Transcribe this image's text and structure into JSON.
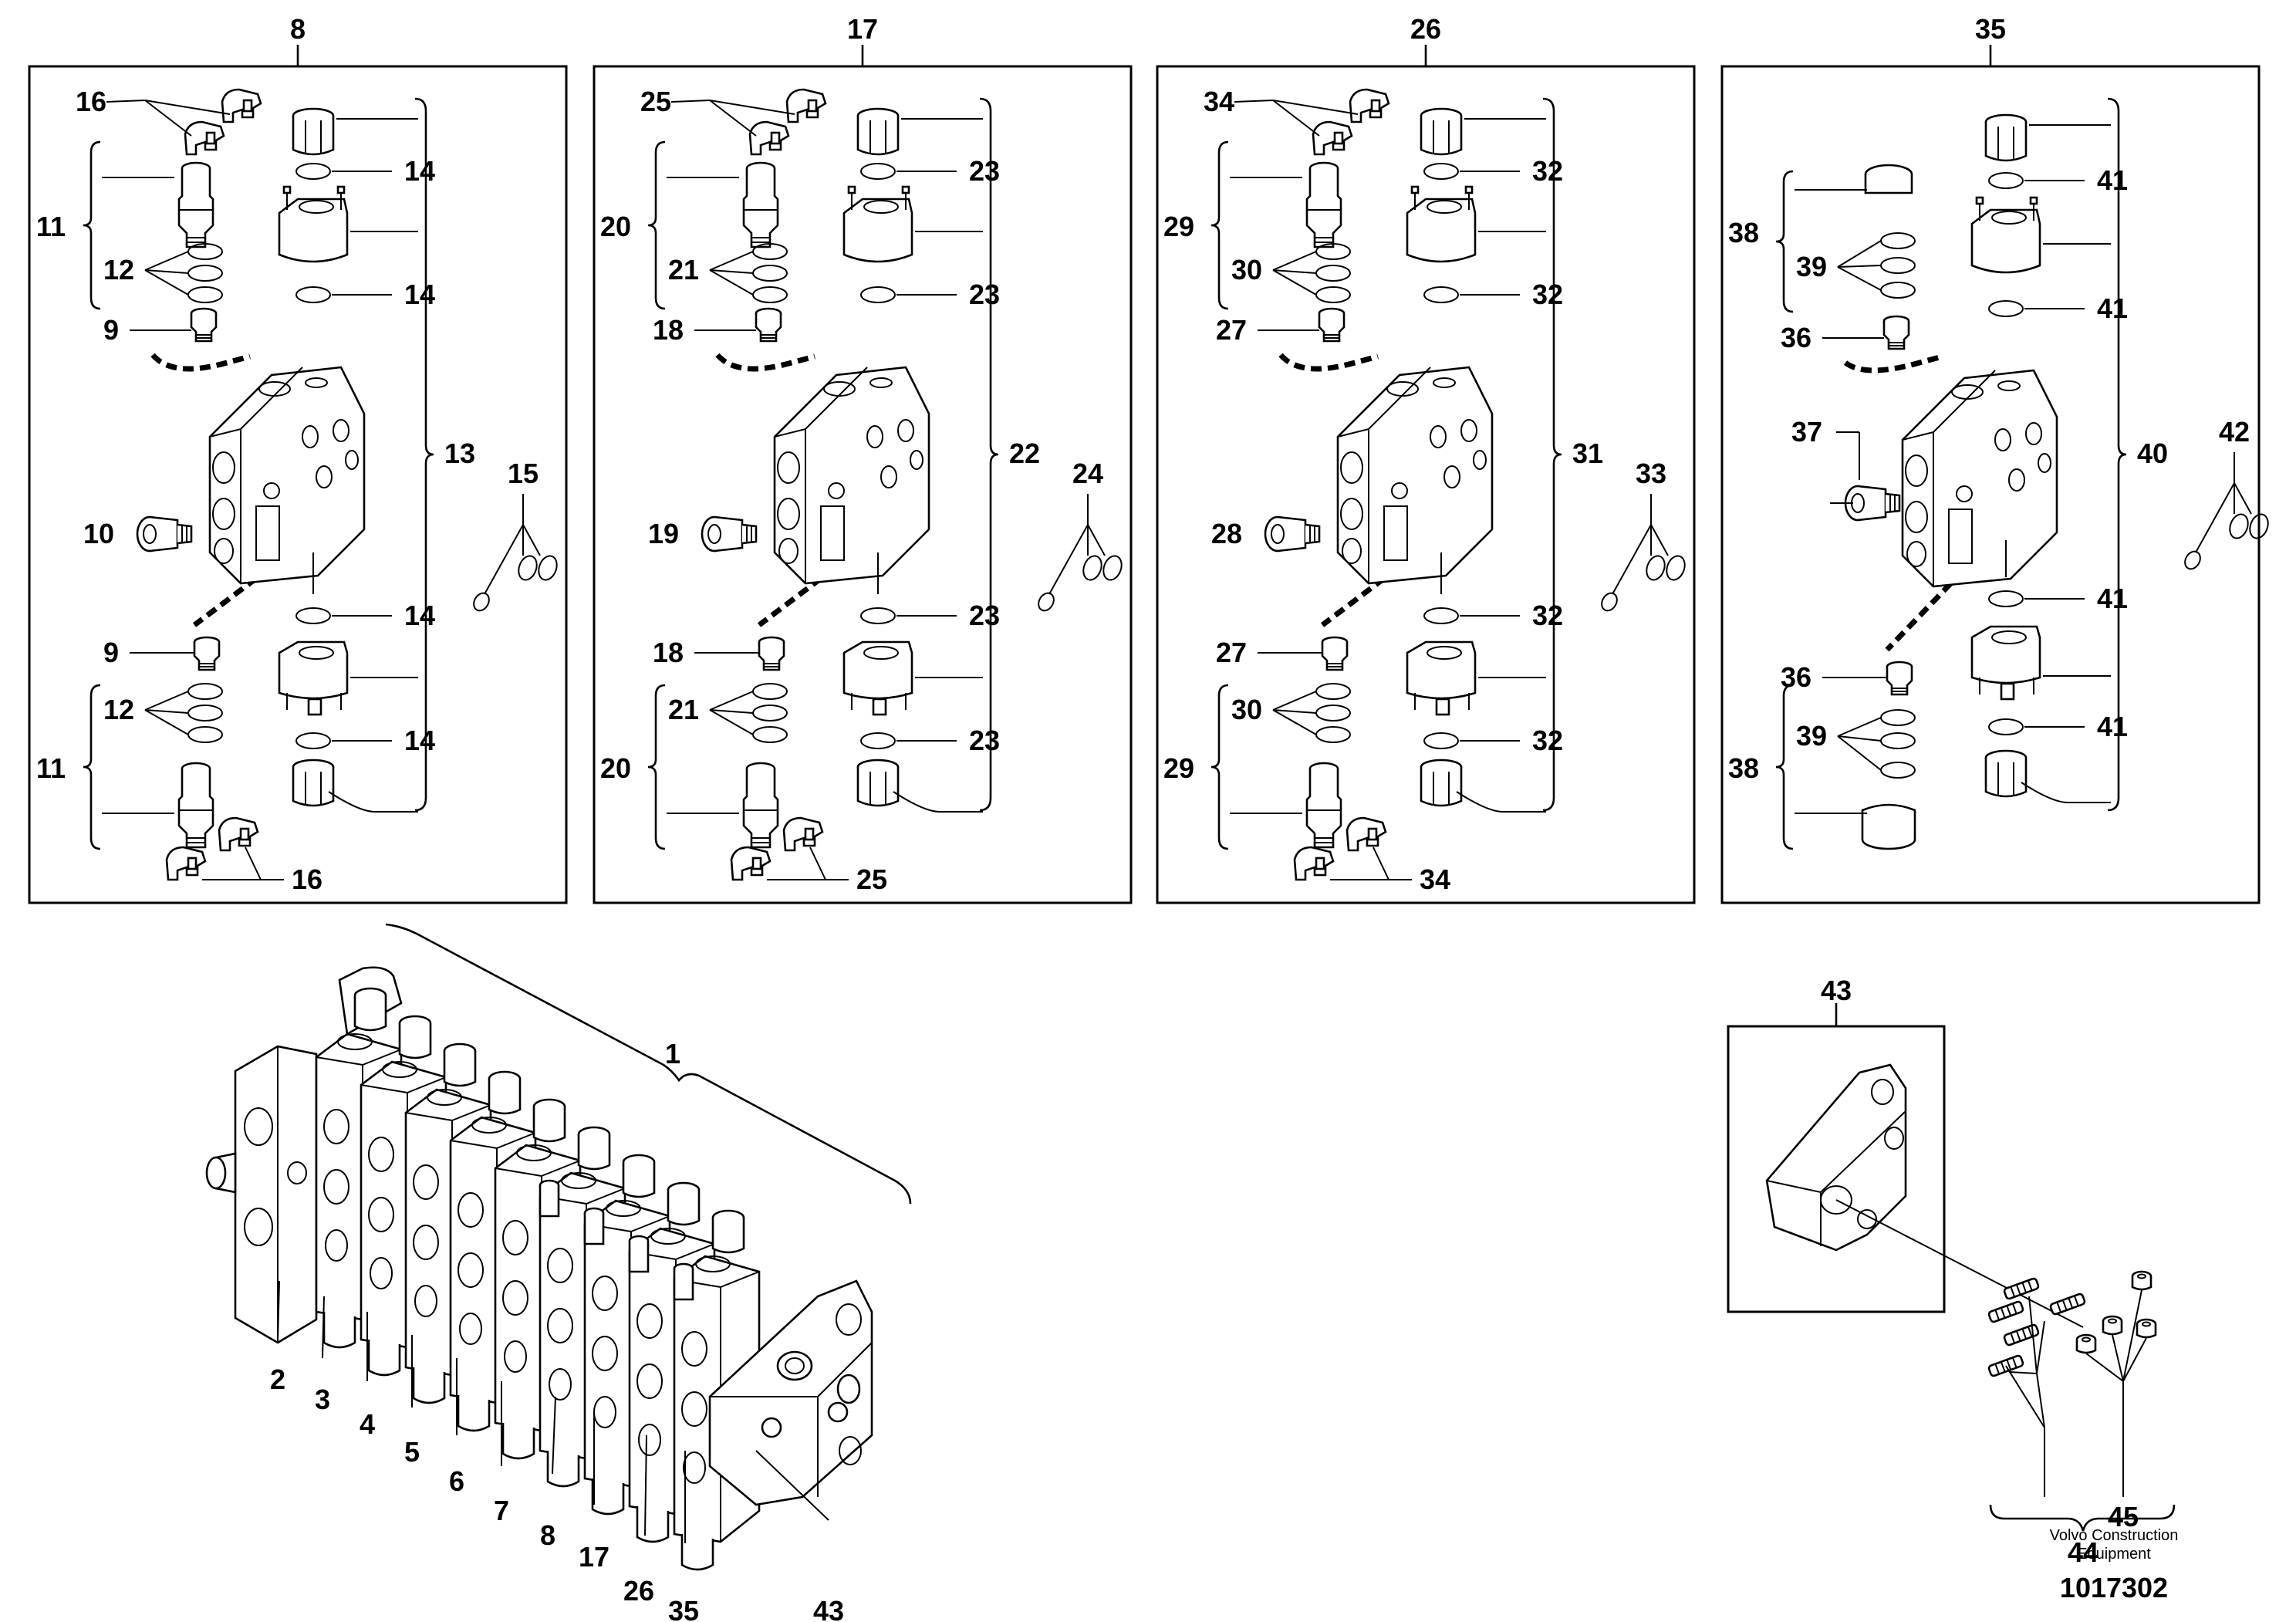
{
  "sections": [
    {
      "title": "8",
      "bracket": "13",
      "clips": "16",
      "cartridge": "11",
      "seals": "12",
      "plug": "9",
      "screw": "10",
      "orings": "14",
      "kit": "15"
    },
    {
      "title": "17",
      "bracket": "22",
      "clips": "25",
      "cartridge": "20",
      "seals": "21",
      "plug": "18",
      "screw": "19",
      "orings": "23",
      "kit": "24"
    },
    {
      "title": "26",
      "bracket": "31",
      "clips": "34",
      "cartridge": "29",
      "seals": "30",
      "plug": "27",
      "screw": "28",
      "orings": "32",
      "kit": "33"
    },
    {
      "title": "35",
      "bracket": "40",
      "cartridge": "38",
      "seals": "39",
      "plug": "36",
      "screw": "37",
      "orings": "41",
      "kit": "42"
    }
  ],
  "assembly": {
    "label": "1",
    "sections": [
      "2",
      "3",
      "4",
      "5",
      "6",
      "7",
      "8",
      "17",
      "26",
      "35",
      "43"
    ]
  },
  "end_cover": {
    "title": "43",
    "kit_studs": "44",
    "kit_nuts": "45"
  },
  "footer": {
    "company_line1": "Volvo Construction",
    "company_line2": "Equipment",
    "drawing_number": "1017302"
  }
}
